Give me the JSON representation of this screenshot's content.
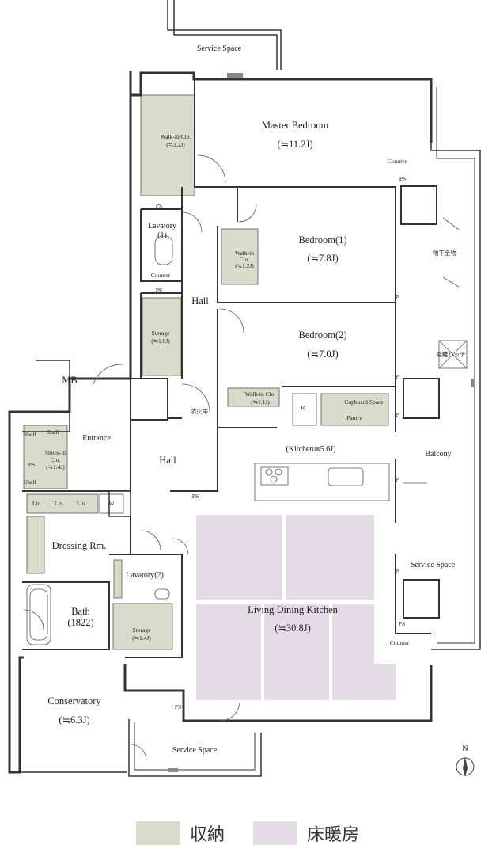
{
  "rooms": {
    "service_space_top": "Service Space",
    "master_bedroom": "Master Bedroom",
    "master_bedroom_size": "(≒11.2J)",
    "walkin_master": "Walk-in Clo.",
    "walkin_master_size": "(≒3.2J)",
    "ps": "PS",
    "counter": "Counter",
    "lavatory1": "Lavatory",
    "lavatory1_num": "(1)",
    "hall": "Hall",
    "storage": "Storage",
    "storage1_size": "(≒1.6J)",
    "bedroom1": "Bedroom(1)",
    "bedroom1_size": "(≒7.8J)",
    "walkin_b1a": "Walk-in",
    "walkin_b1b": "Clo.",
    "walkin_b1_size": "(≒1.2J)",
    "bedroom2": "Bedroom(2)",
    "bedroom2_size": "(≒7.0J)",
    "walkin_b2": "Walk-in Clo.",
    "walkin_b2_size": "(≒1.1J)",
    "fire_door": "防火扉",
    "mb": "MB",
    "shelf": "Shelf",
    "entrance": "Entrance",
    "shoes_in_a": "Shoes-in",
    "shoes_in_b": "Clo.",
    "shoes_in_size": "(≒1.4J)",
    "lin": "Lin.",
    "w": "W",
    "dressing": "Dressing Rm.",
    "r": "R",
    "cupboard": "Cupboard Space",
    "pantry": "Pantry",
    "kitchen": "(Kitchen≒5.6J)",
    "p": "P",
    "balcony": "Balcony",
    "drying": "物干金物",
    "hatch": "避難ハッチ",
    "lavatory2": "Lavatory(2)",
    "bath": "Bath",
    "bath_size": "(1822)",
    "storage2_size": "(≒1.4J)",
    "service_space_right": "Service Space",
    "ldk": "Living Dining Kitchen",
    "ldk_size": "(≒30.8J)",
    "conservatory": "Conservatory",
    "conservatory_size": "(≒6.3J)",
    "service_space_bottom": "Service Space",
    "north": "N"
  },
  "legend": {
    "storage_label": "収納",
    "heating_label": "床暖房"
  },
  "colors": {
    "storage_fill": "#d9dccb",
    "heating_fill": "#e4dbe6",
    "wall": "#333333"
  }
}
